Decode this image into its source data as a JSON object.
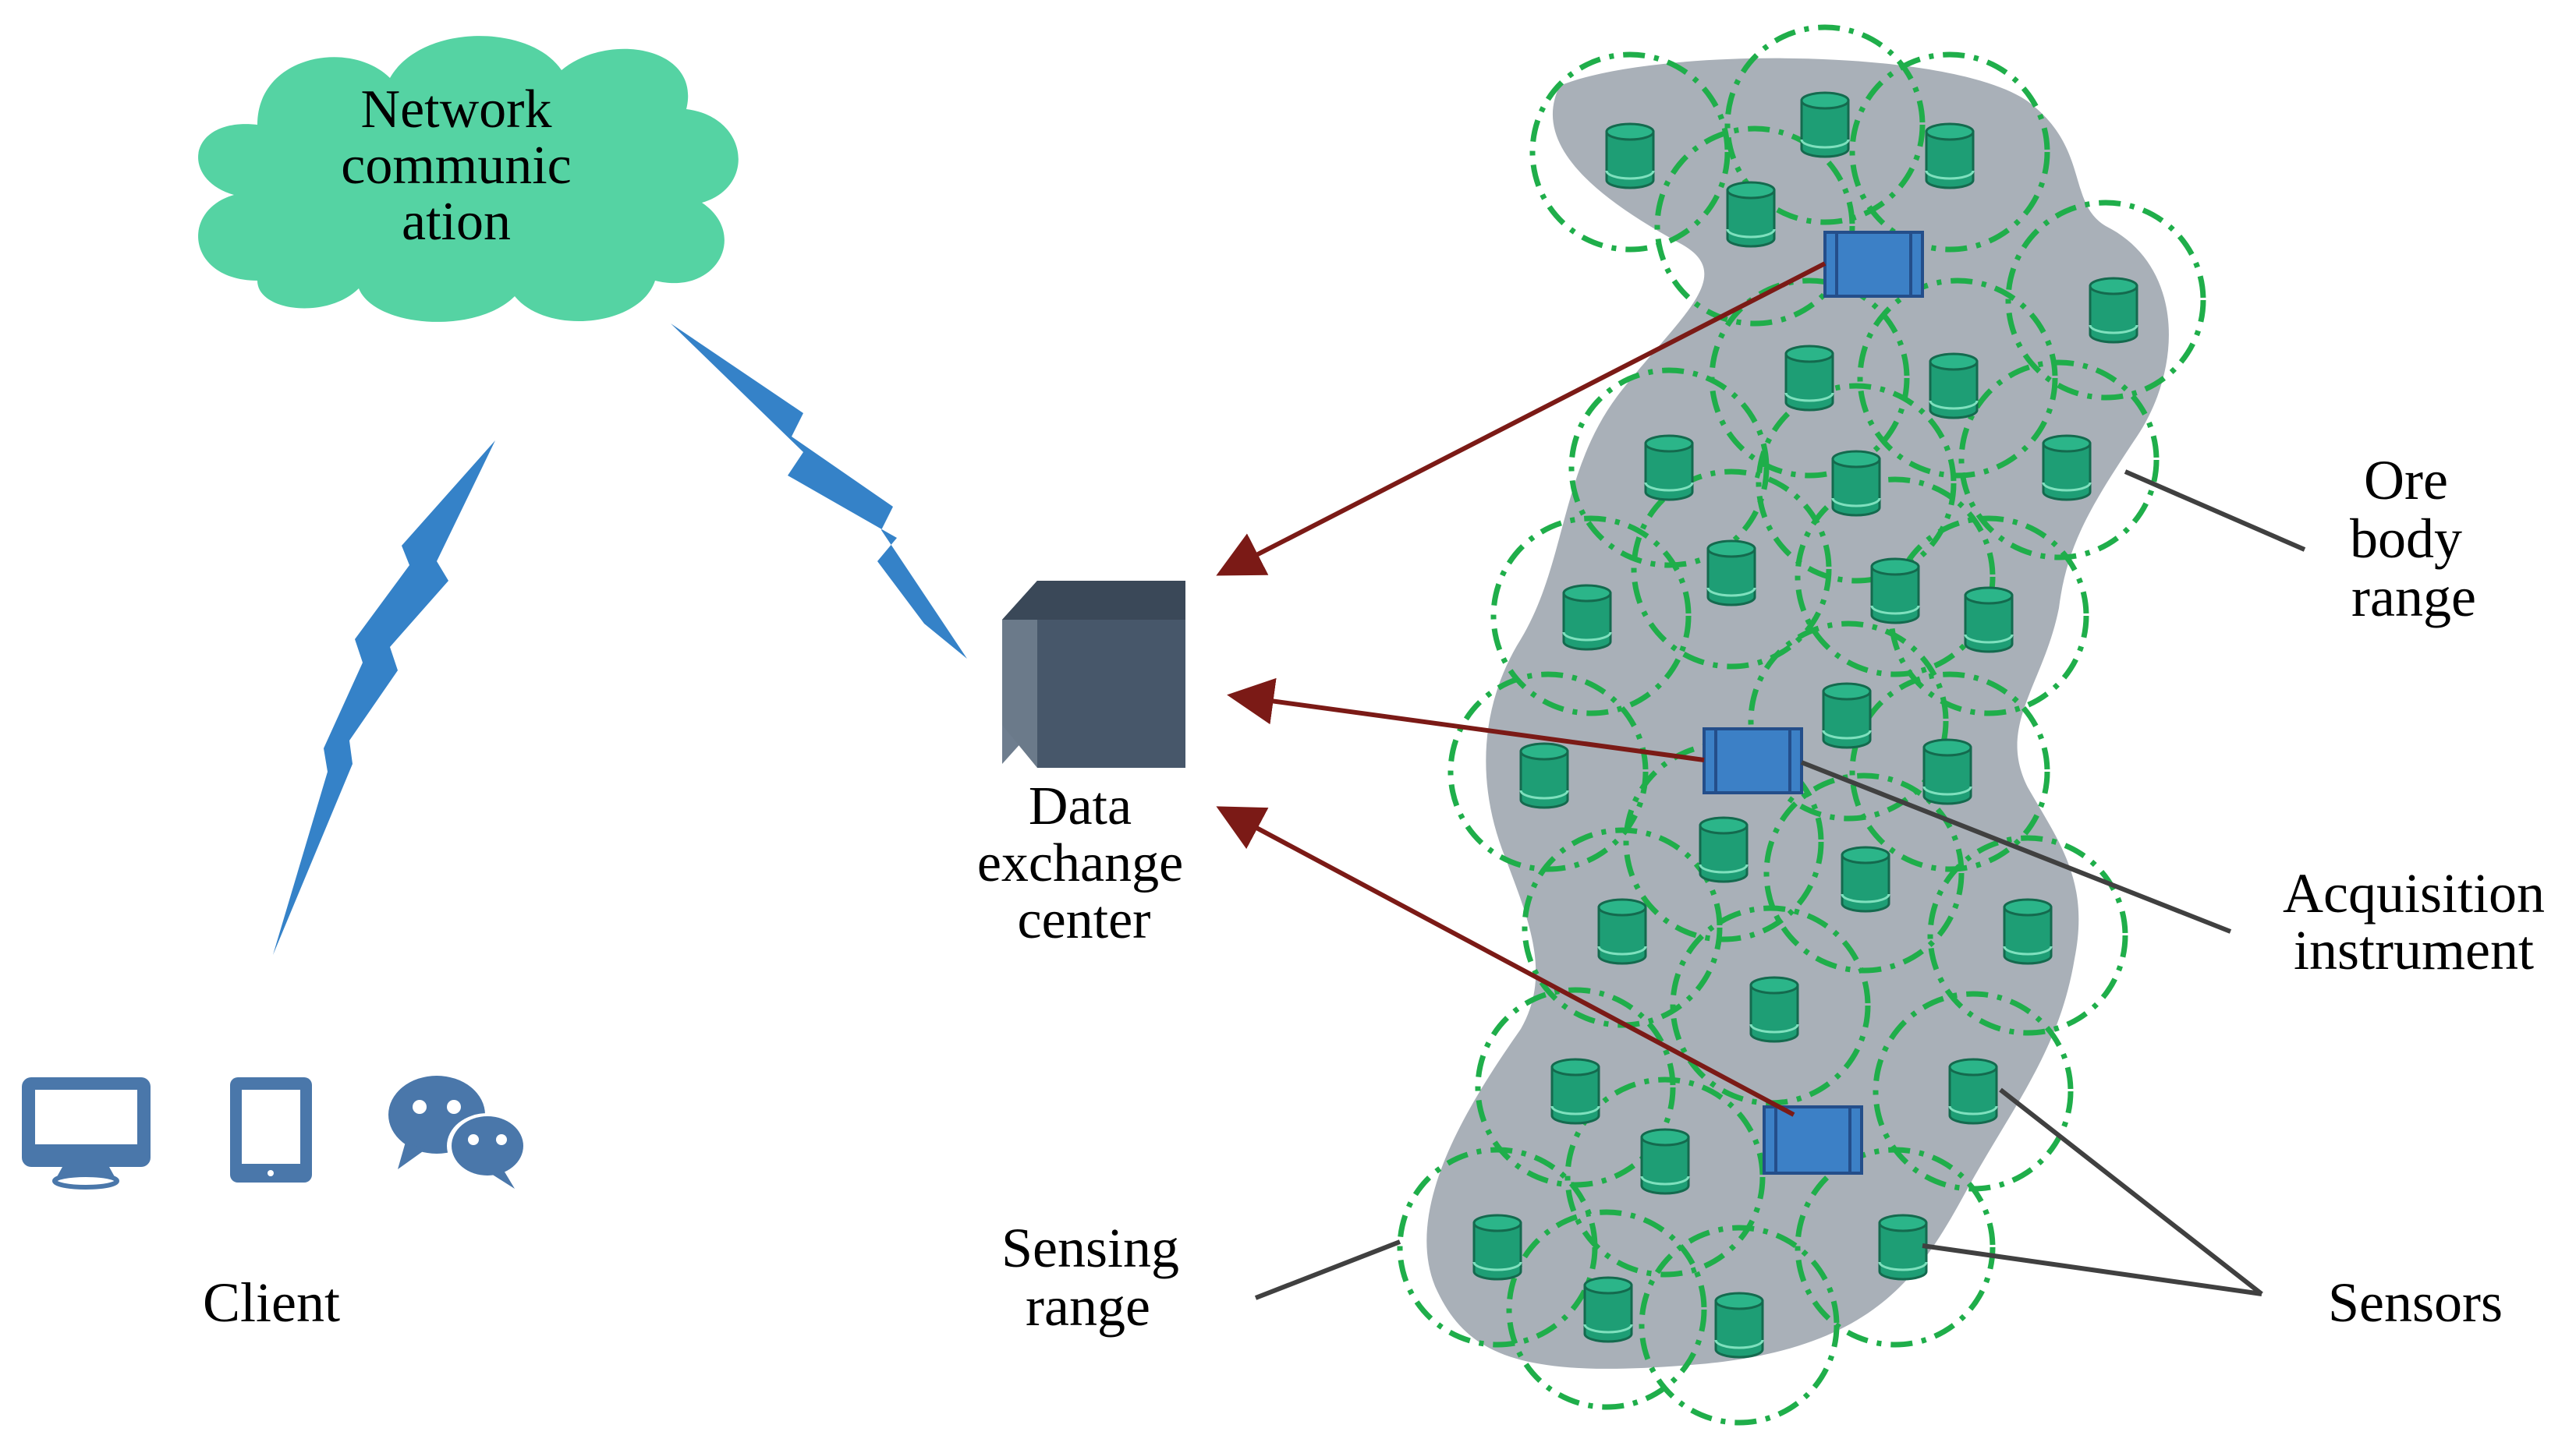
{
  "labels": {
    "cloud": [
      "Network",
      "communic",
      "ation"
    ],
    "data_center": [
      "Data",
      "exchange",
      "center"
    ],
    "client": "Client",
    "ore_body": [
      "Ore",
      "body",
      "range"
    ],
    "acquisition": [
      "Acquisition",
      "instrument"
    ],
    "sensing": [
      "Sensing",
      "range"
    ],
    "sensors": "Sensors"
  },
  "colors": {
    "cloud": "#55D3A3",
    "lightning": "#3582C8",
    "ore_body": "#A9B0B8",
    "sensor": "#1E9E75",
    "sensing_range": "#1FAE4A",
    "acquisition": "#3C80C6",
    "arrow": "#7B1A16",
    "cube": "#47576A",
    "client_icons": "#4A77AA",
    "leader": "#404040"
  },
  "icons": [
    "monitor-icon",
    "tablet-icon",
    "chat-icon",
    "cube-icon"
  ]
}
